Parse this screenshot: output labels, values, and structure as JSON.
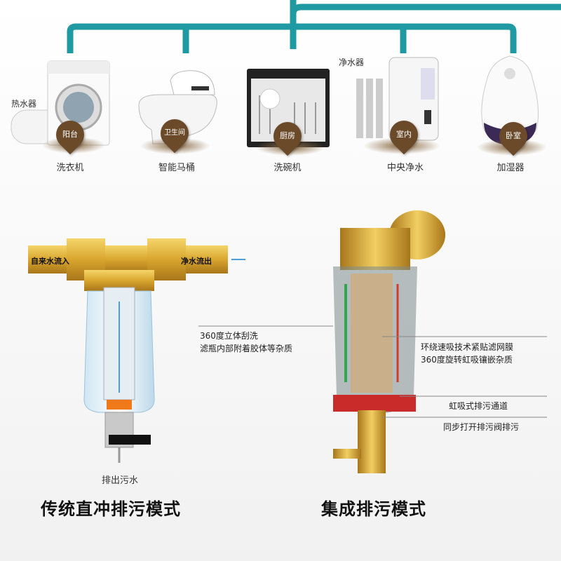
{
  "appliances": [
    {
      "id": "washer",
      "name": "洗衣机",
      "room": "阳台",
      "extra": "热水器"
    },
    {
      "id": "toilet",
      "name": "智能马桶",
      "room": "卫生间"
    },
    {
      "id": "dishwasher",
      "name": "洗碗机",
      "room": "厨房"
    },
    {
      "id": "purifier",
      "name": "中央净水",
      "room": "室内",
      "extra": "净水器"
    },
    {
      "id": "humidifier",
      "name": "加湿器",
      "room": "卧室"
    }
  ],
  "traditional": {
    "inlet_label": "自来水流入",
    "outlet_label": "净水流出",
    "drain_label": "排出污水",
    "title": "传统直冲排污模式"
  },
  "integrated": {
    "callout_left": [
      "360度立体刮洗",
      "滤瓶内部附着胶体等杂质"
    ],
    "callout_right_top": [
      "环绕速吸技术紧贴滤网膜",
      "360度旋转虹吸镶嵌杂质"
    ],
    "callout_siphon": "虹吸式排污通道",
    "callout_valve": "同步打开排污阀排污",
    "title": "集成排污模式"
  },
  "colors": {
    "pipe_teal": "#1f9aa3",
    "brass": "#d9a62e",
    "badge_brown": "#6b4a2a"
  }
}
